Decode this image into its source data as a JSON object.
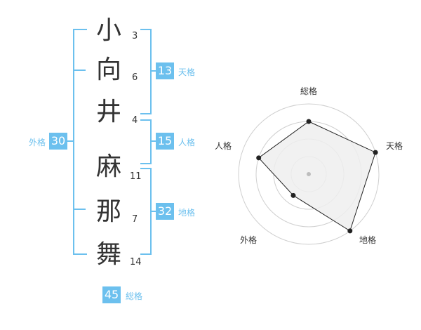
{
  "name": {
    "characters": [
      {
        "char": "小",
        "strokes": "3"
      },
      {
        "char": "向",
        "strokes": "6"
      },
      {
        "char": "井",
        "strokes": "4"
      },
      {
        "char": "麻",
        "strokes": "11"
      },
      {
        "char": "那",
        "strokes": "7"
      },
      {
        "char": "舞",
        "strokes": "14"
      }
    ]
  },
  "scores": {
    "tenkaku": {
      "value": "13",
      "label": "天格"
    },
    "jinkaku": {
      "value": "15",
      "label": "人格"
    },
    "chikaku": {
      "value": "32",
      "label": "地格"
    },
    "gaikaku": {
      "value": "30",
      "label": "外格"
    },
    "soukaku": {
      "value": "45",
      "label": "総格"
    }
  },
  "radar": {
    "axes": [
      "総格",
      "天格",
      "地格",
      "外格",
      "人格"
    ],
    "levels": 4,
    "values": [
      3,
      4,
      4,
      1.5,
      3
    ],
    "max": 4,
    "colors": {
      "fill": "#efefef",
      "grid": "#cfcfcf",
      "line": "#222222",
      "point": "#222222",
      "center": "#bdbdbd"
    }
  },
  "colors": {
    "accent": "#6cc0ee",
    "text": "#333333"
  }
}
